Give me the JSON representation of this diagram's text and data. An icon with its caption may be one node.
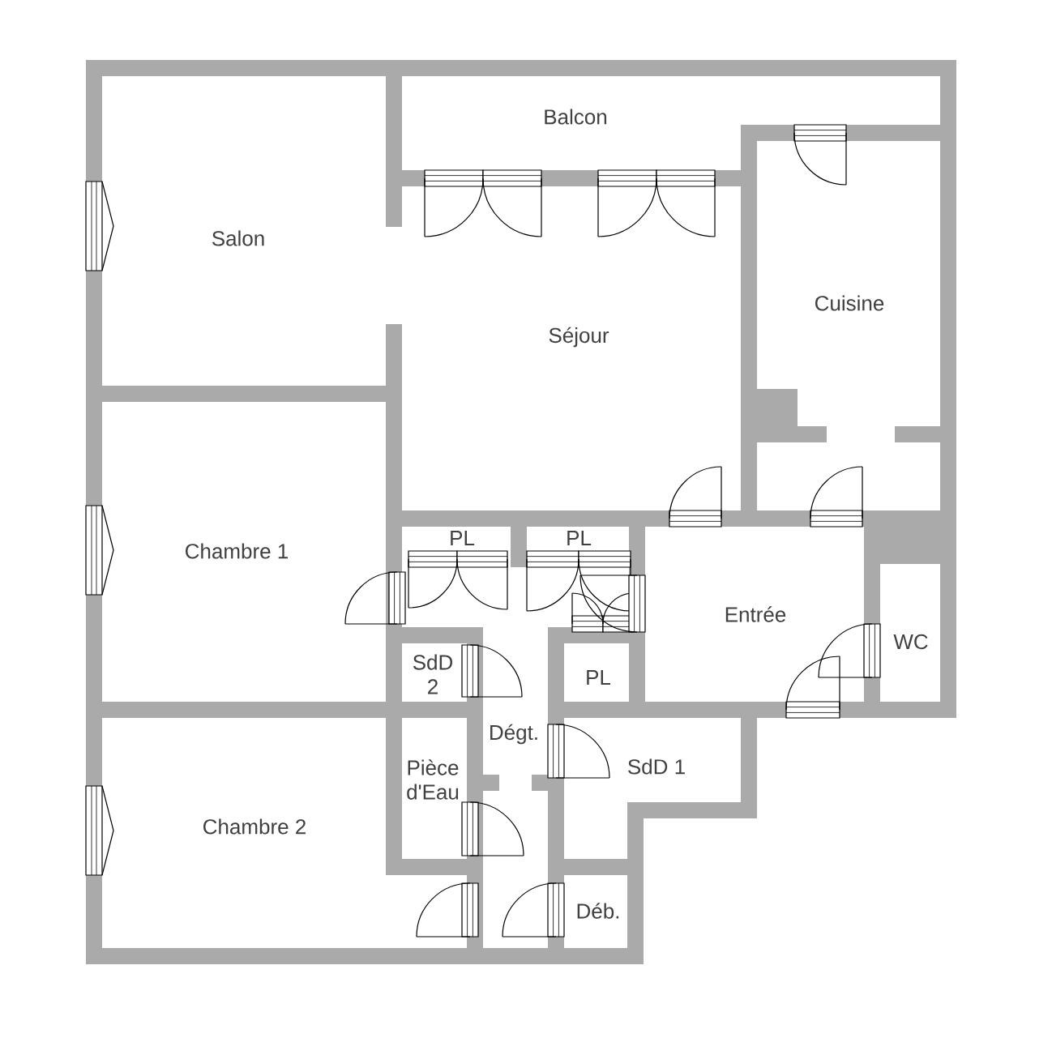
{
  "diagram": {
    "labels": [
      "Balcon",
      "Salon",
      "Séjour",
      "Cuisine",
      "Chambre 1",
      "PL",
      "PL",
      "Entrée",
      "SdD 2",
      "PL",
      "WC",
      "Dégt.",
      "Pièce d'Eau",
      "SdD 1",
      "Chambre 2",
      "Déb."
    ]
  }
}
